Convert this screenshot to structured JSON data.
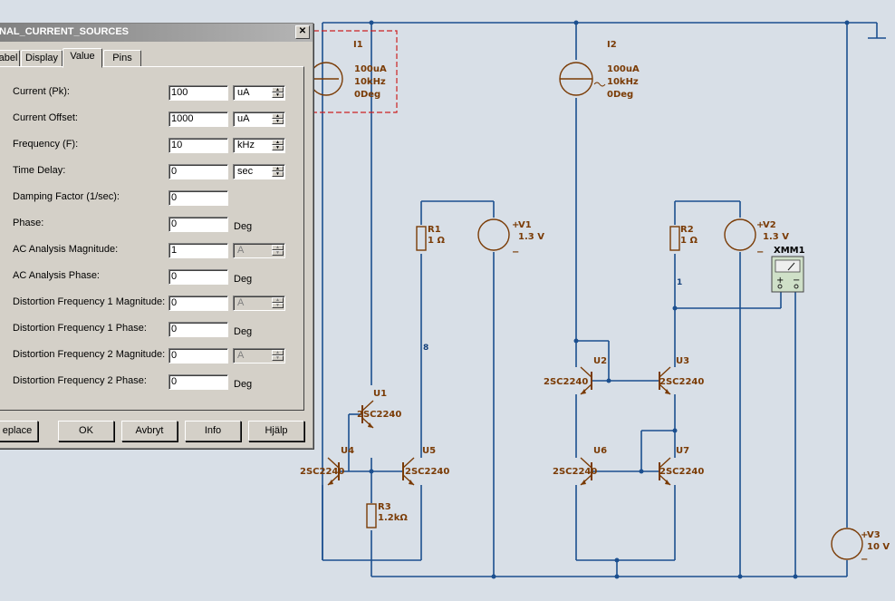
{
  "dialog": {
    "title": "NAL_CURRENT_SOURCES",
    "tabs": [
      "abel",
      "Display",
      "Value",
      "Pins"
    ],
    "active_tab": "Value",
    "rows": [
      {
        "label": "Current (Pk):",
        "value": "100",
        "unit": "uA",
        "unit_type": "select"
      },
      {
        "label": "Current Offset:",
        "value": "1000",
        "unit": "uA",
        "unit_type": "select"
      },
      {
        "label": "Frequency (F):",
        "value": "10",
        "unit": "kHz",
        "unit_type": "select"
      },
      {
        "label": "Time Delay:",
        "value": "0",
        "unit": "sec",
        "unit_type": "select"
      },
      {
        "label": "Damping Factor (1/sec):",
        "value": "0",
        "unit": "",
        "unit_type": "none"
      },
      {
        "label": "Phase:",
        "value": "0",
        "unit": "Deg",
        "unit_type": "static"
      },
      {
        "label": "AC Analysis Magnitude:",
        "value": "1",
        "unit": "A",
        "unit_type": "disabled"
      },
      {
        "label": "AC Analysis Phase:",
        "value": "0",
        "unit": "Deg",
        "unit_type": "static"
      },
      {
        "label": "Distortion Frequency 1 Magnitude:",
        "value": "0",
        "unit": "A",
        "unit_type": "disabled"
      },
      {
        "label": "Distortion Frequency 1 Phase:",
        "value": "0",
        "unit": "Deg",
        "unit_type": "static"
      },
      {
        "label": "Distortion Frequency 2 Magnitude:",
        "value": "0",
        "unit": "A",
        "unit_type": "disabled"
      },
      {
        "label": "Distortion Frequency 2 Phase:",
        "value": "0",
        "unit": "Deg",
        "unit_type": "static"
      }
    ],
    "buttons": {
      "replace": "eplace",
      "ok": "OK",
      "cancel": "Avbryt",
      "info": "Info",
      "help": "Hjälp"
    }
  },
  "schematic": {
    "I1": {
      "name": "I1",
      "l1": "100uA",
      "l2": "10kHz",
      "l3": "0Deg"
    },
    "I2": {
      "name": "I2",
      "l1": "100uA",
      "l2": "10kHz",
      "l3": "0Deg"
    },
    "R1": {
      "name": "R1",
      "value": "1 Ω"
    },
    "R2": {
      "name": "R2",
      "value": "1 Ω"
    },
    "R3": {
      "name": "R3",
      "value": "1.2kΩ"
    },
    "V1": {
      "name": "V1",
      "value": "1.3 V"
    },
    "V2": {
      "name": "V2",
      "value": "1.3 V"
    },
    "V3": {
      "name": "V3",
      "value": "10 V"
    },
    "XMM1": "XMM1",
    "transistor_model": "2SC2240",
    "transistors": [
      "U1",
      "U2",
      "U3",
      "U4",
      "U5",
      "U6",
      "U7"
    ],
    "nets": {
      "n8": "8",
      "n1": "1"
    },
    "colors": {
      "wire": "#1b4f8f",
      "label": "#7a3b05",
      "selection": "#cc2222"
    }
  }
}
